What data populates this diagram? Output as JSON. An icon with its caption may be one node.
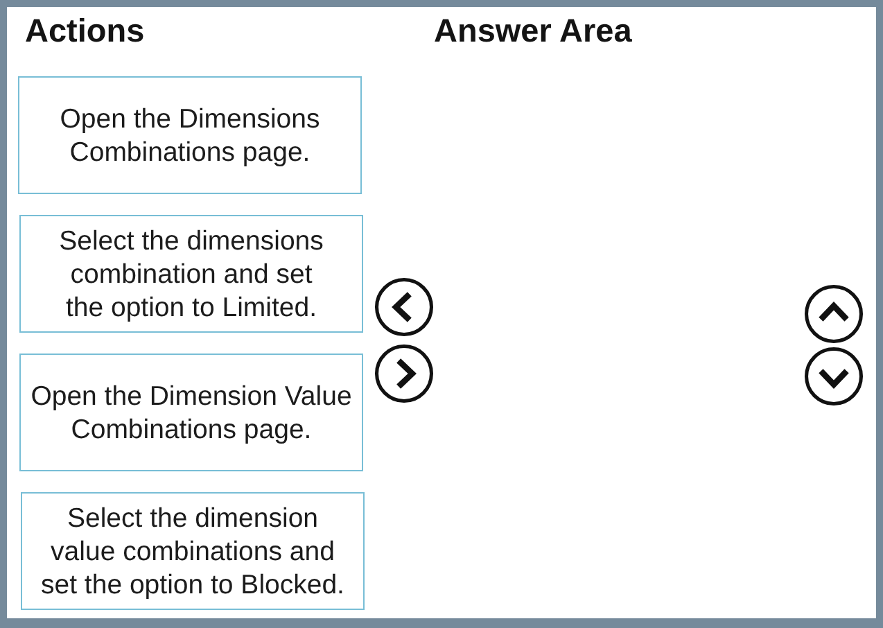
{
  "diagram": {
    "nodes": [
      {
        "text": [
          "Open the Dimensions Combinations page."
        ]
      },
      {
        "text": [
          "Select the dimensions combination and set the option to Limited."
        ]
      },
      {
        "text": [
          "Open the Dimension Value Combinations page."
        ]
      },
      {
        "text": [
          "Select the dimension value combinations and set the option to Blocked."
        ]
      }
    ],
    "labels": [
      "Actions",
      "Answer Area"
    ]
  }
}
